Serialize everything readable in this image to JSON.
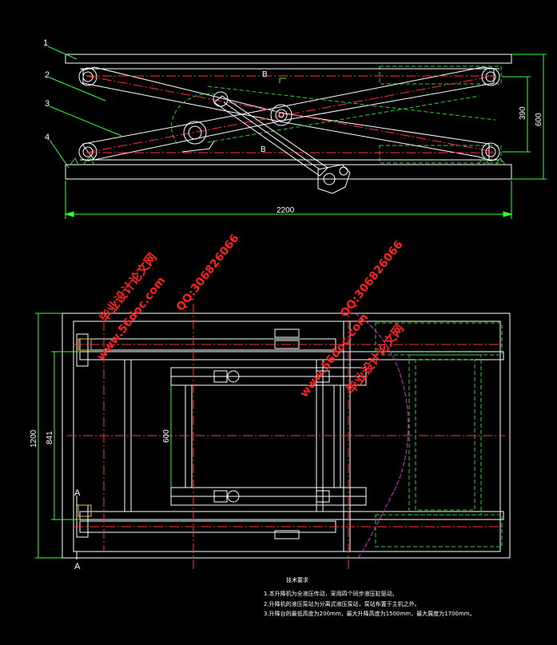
{
  "colors": {
    "background": "#000000",
    "outline": "#ffffff",
    "center_line": "#ff3333",
    "hidden_line": "#33cc33",
    "dimension": "#33ff33",
    "curve": "#cc33cc",
    "watermark": "#ff2222"
  },
  "labels": {
    "part1": "1",
    "part2": "2",
    "part3": "3",
    "part4": "4",
    "small_b_top": "B",
    "small_b_bottom": "B",
    "section_a_top": "A",
    "section_a_bottom": "A"
  },
  "dimensions": {
    "width_2200": "2200",
    "height_390": "390",
    "height_600_side": "600",
    "height_1200": "1200",
    "height_841": "841",
    "width_600": "600"
  },
  "watermarks": {
    "site": "www.56doc.com",
    "qq": "QQ:306826066",
    "name": "毕业设计论文网"
  },
  "notes": {
    "title": "技术要求",
    "line1": "1.本升降机为全液压传动，采用四个同步液压缸驱动。",
    "line2": "2.升降机的液压泵站为分离式液压泵站，泵站布置于主机之外。",
    "line3": "3.升降台的最低高度为200mm，最大升降高度为1500mm，最大展度为1700mm。"
  }
}
